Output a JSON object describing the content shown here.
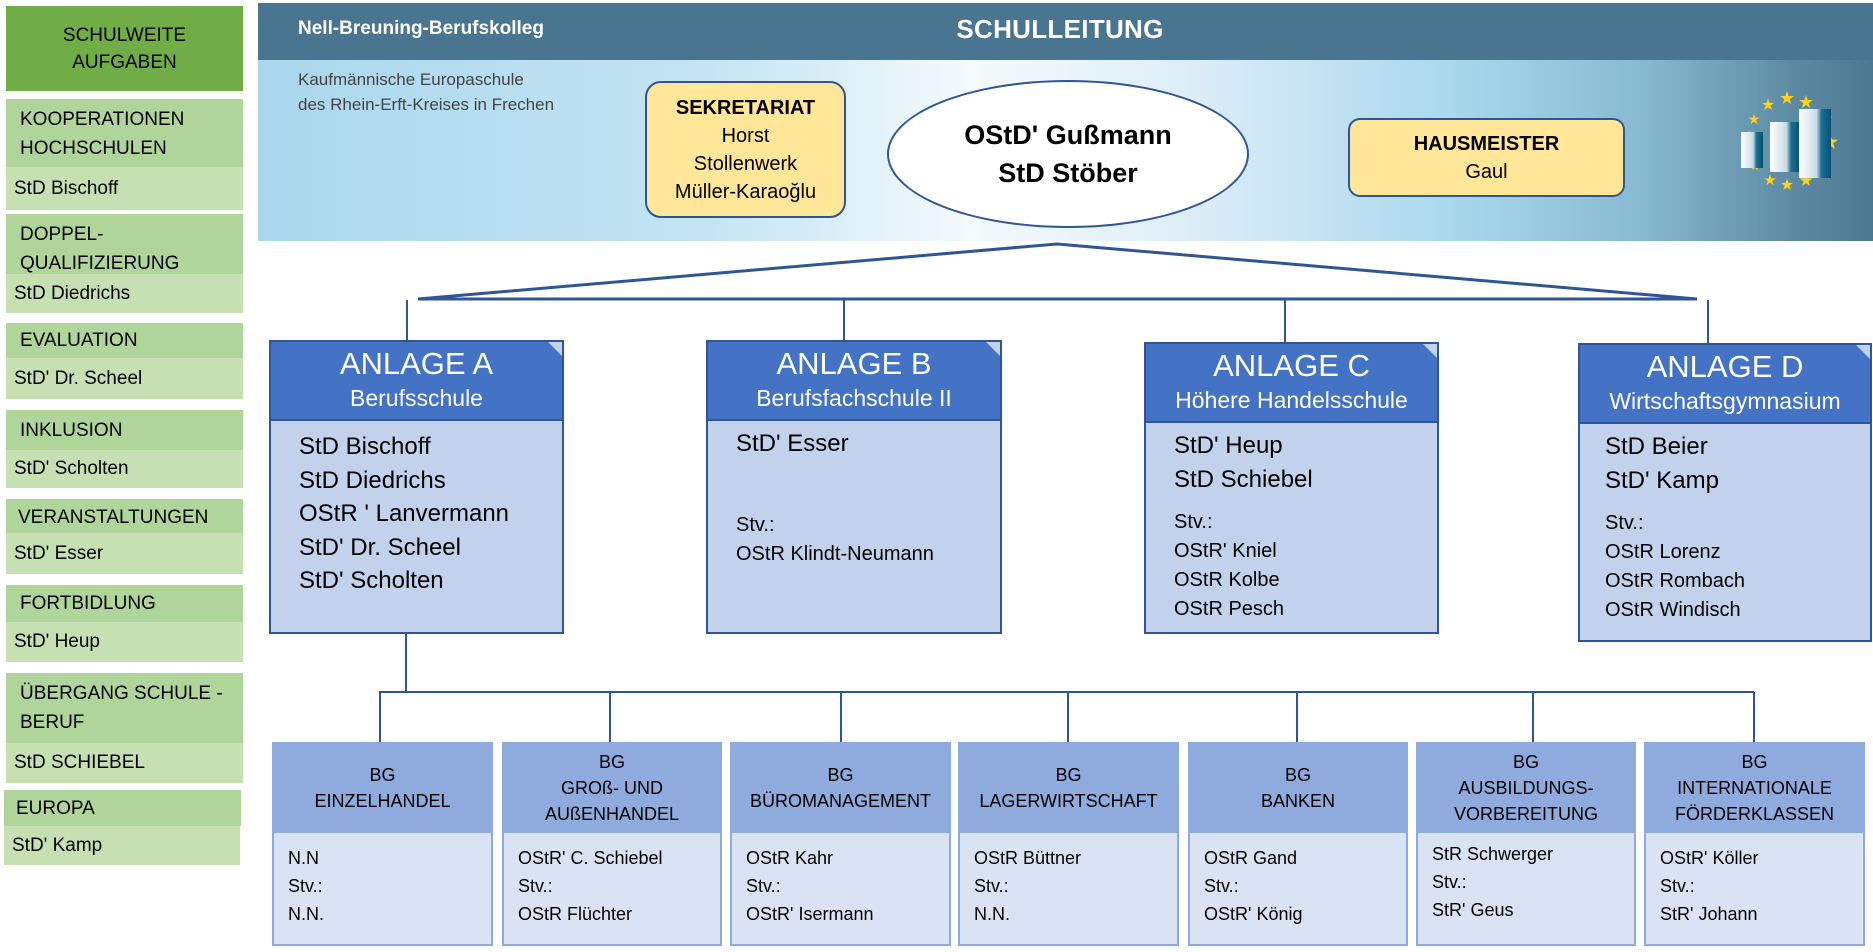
{
  "left_panel": {
    "title": "SCHULWEITE\nAUFGABEN",
    "tasks": [
      {
        "label": "KOOPERATIONEN\nHOCHSCHULEN",
        "person": "StD Bischoff"
      },
      {
        "label": "DOPPEL-\nQUALIFIZIERUNG",
        "person": "StD Diedrichs"
      },
      {
        "label": "EVALUATION",
        "person": "StD' Dr. Scheel"
      },
      {
        "label": "INKLUSION",
        "person": "StD' Scholten"
      },
      {
        "label": "VERANSTALTUNGEN",
        "person": "StD' Esser"
      },
      {
        "label": "FORTBIDLUNG",
        "person": "StD' Heup"
      },
      {
        "label": "ÜBERGANG SCHULE -\nBERUF",
        "person": "StD SCHIEBEL"
      },
      {
        "label": "EUROPA",
        "person": "StD' Kamp"
      }
    ]
  },
  "header": {
    "school_name": "Nell-Breuning-Berufskolleg",
    "title": "SCHULLEITUNG",
    "subtitle": "Kaufmännische Europaschule\ndes Rhein-Erft-Kreises in Frechen",
    "logo": "europaschule-logo-icon"
  },
  "leadership": {
    "secretariat": {
      "label": "SEKRETARIAT",
      "names": [
        "Horst",
        "Stollenwerk",
        "Müller-Karaoğlu"
      ]
    },
    "principal": {
      "names": [
        "OStD' Gußmann",
        "StD Stöber"
      ]
    },
    "caretaker": {
      "label": "HAUSMEISTER",
      "names": [
        "Gaul"
      ]
    }
  },
  "anlagen": [
    {
      "title": "ANLAGE A",
      "subtitle": "Berufsschule",
      "leads": [
        "StD Bischoff",
        "StD Diedrichs",
        "OStR ' Lanvermann",
        "StD' Dr. Scheel",
        "StD' Scholten"
      ],
      "deputy_label": "",
      "deputies": []
    },
    {
      "title": "ANLAGE B",
      "subtitle": "Berufsfachschule II",
      "leads": [
        "StD' Esser"
      ],
      "deputy_label": "Stv.:",
      "deputies": [
        "OStR Klindt-Neumann"
      ]
    },
    {
      "title": "ANLAGE C",
      "subtitle": "Höhere Handelsschule",
      "leads": [
        "StD' Heup",
        "StD Schiebel"
      ],
      "deputy_label": "Stv.:",
      "deputies": [
        "OStR' Kniel",
        "OStR Kolbe",
        "OStR Pesch"
      ]
    },
    {
      "title": "ANLAGE D",
      "subtitle": "Wirtschaftsgymnasium",
      "leads": [
        "StD Beier",
        "StD' Kamp"
      ],
      "deputy_label": "Stv.:",
      "deputies": [
        "OStR Lorenz",
        "OStR Rombach",
        "OStR Windisch"
      ]
    }
  ],
  "bildungsgaenge": [
    {
      "title": [
        "BG",
        "EINZELHANDEL"
      ],
      "lead": "N.N",
      "deputy_label": "Stv.:",
      "deputy": "N.N."
    },
    {
      "title": [
        "BG",
        "GROß- UND",
        "AUßENHANDEL"
      ],
      "lead": "OStR' C. Schiebel",
      "deputy_label": "Stv.:",
      "deputy": "OStR Flüchter"
    },
    {
      "title": [
        "BG",
        "BÜROMANAGEMENT"
      ],
      "lead": "OStR Kahr",
      "deputy_label": "Stv.:",
      "deputy": "OStR' Isermann"
    },
    {
      "title": [
        "BG",
        "LAGERWIRTSCHAFT"
      ],
      "lead": "OStR Büttner",
      "deputy_label": "Stv.:",
      "deputy": "N.N."
    },
    {
      "title": [
        "BG",
        "BANKEN"
      ],
      "lead": "OStR Gand",
      "deputy_label": "Stv.:",
      "deputy": "OStR' König"
    },
    {
      "title": [
        "BG",
        "AUSBILDUNGS-",
        "VORBEREITUNG"
      ],
      "lead": "StR Schwerger",
      "deputy_label": "Stv.:",
      "deputy": "StR' Geus"
    },
    {
      "title": [
        "BG",
        "INTERNATIONALE",
        "FÖRDERKLASSEN"
      ],
      "lead": "OStR' Köller",
      "deputy_label": "Stv.:",
      "deputy": "StR' Johann"
    }
  ],
  "colors": {
    "nav_title": "#70ad47",
    "nav_head": "#b0d59a",
    "nav_name": "#c6e0b4",
    "header_band": "#4a7590",
    "anlage_head": "#4472c4",
    "anlage_body": "#c2d2ec",
    "bg_head": "#8faadc",
    "bg_body": "#dae3f3",
    "accent_box": "#ffe699",
    "line": "#2f5597"
  }
}
